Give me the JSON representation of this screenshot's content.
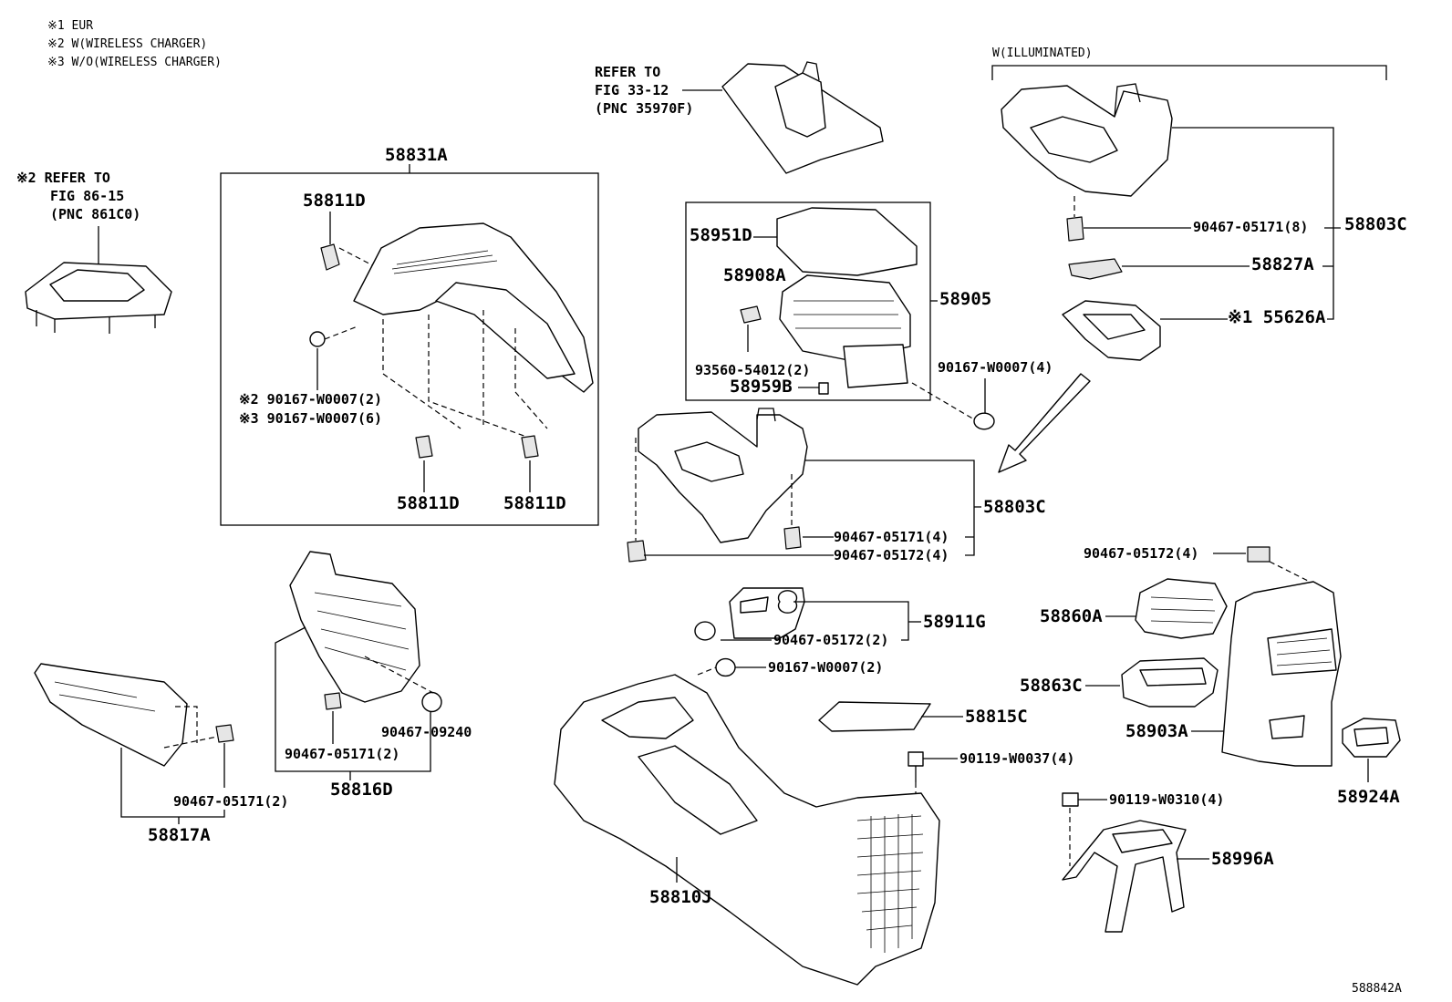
{
  "notes": [
    "※1 EUR",
    "※2 W(WIRELESS CHARGER)",
    "※3 W/O(WIRELESS CHARGER)"
  ],
  "illuminated_label": "W(ILLUMINATED)",
  "refer_shift": [
    "REFER TO",
    "FIG 33-12",
    "(PNC 35970F)"
  ],
  "refer_charger": [
    "※2 REFER TO",
    "FIG 86-15",
    "(PNC 861C0)"
  ],
  "labels": {
    "p58831A": "58831A",
    "p58811D_top": "58811D",
    "p58811D_left": "58811D",
    "p58811D_right": "58811D",
    "p90167_w0007_2_note2": "※2 90167-W0007(2)",
    "p90167_w0007_6_note3": "※3 90167-W0007(6)",
    "p58951D": "58951D",
    "p58908A": "58908A",
    "p58905": "58905",
    "p93560": "93560-54012(2)",
    "p58959B": "58959B",
    "p90167_w0007_4": "90167-W0007(4)",
    "p90467_05171_8": "90467-05171(8)",
    "p58803C_top": "58803C",
    "p58827A": "58827A",
    "p55626A": "※1 55626A",
    "p58803C_mid": "58803C",
    "p90467_05171_4": "90467-05171(4)",
    "p90467_05172_4_mid": "90467-05172(4)",
    "p90467_05172_4_right": "90467-05172(4)",
    "p58860A": "58860A",
    "p58863C": "58863C",
    "p58903A": "58903A",
    "p58924A": "58924A",
    "p58911G": "58911G",
    "p90467_05172_2": "90467-05172(2)",
    "p90167_w0007_2": "90167-W0007(2)",
    "p58815C": "58815C",
    "p90119_w0037_4": "90119-W0037(4)",
    "p90119_w0310_4": "90119-W0310(4)",
    "p58996A": "58996A",
    "p58810J": "58810J",
    "p90467_09240": "90467-09240",
    "p90467_05171_2_mid": "90467-05171(2)",
    "p58816D": "58816D",
    "p90467_05171_2_left": "90467-05171(2)",
    "p58817A": "58817A"
  },
  "figure_id": "588842A"
}
